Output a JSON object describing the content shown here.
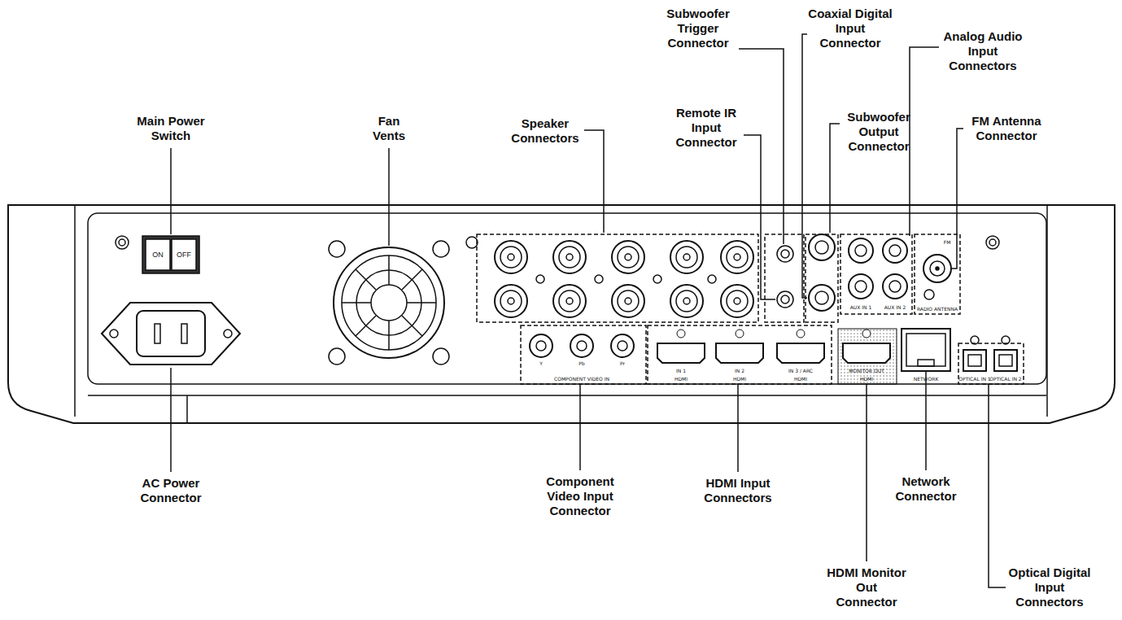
{
  "diagram": {
    "labels": [
      "Main Power Switch",
      "Fan Vents",
      "Speaker Connectors",
      "Subwoofer Trigger Connector",
      "Remote IR Input Connector",
      "Coaxial Digital Input Connector",
      "Subwoofer Output Connector",
      "Analog Audio Input Connectors",
      "FM Antenna Connector",
      "AC Power Connector",
      "Component Video Input Connector",
      "HDMI Input Connectors",
      "Network Connector",
      "HDMI Monitor Out Connector",
      "Optical Digital Input Connectors",
      "ON",
      "OFF",
      "COMPONENT VIDEO IN",
      "Y",
      "Pb",
      "Pr",
      "HDMI",
      "HDMI",
      "HDMI",
      "HDMI",
      "IN 1",
      "IN 2",
      "IN 3 / ARC",
      "MONITOR OUT",
      "NETWORK",
      "OPTICAL IN 1",
      "OPTICAL IN 2",
      "AUX IN 1",
      "AUX IN 2",
      "RADIO ANTENNA",
      "FM"
    ]
  }
}
